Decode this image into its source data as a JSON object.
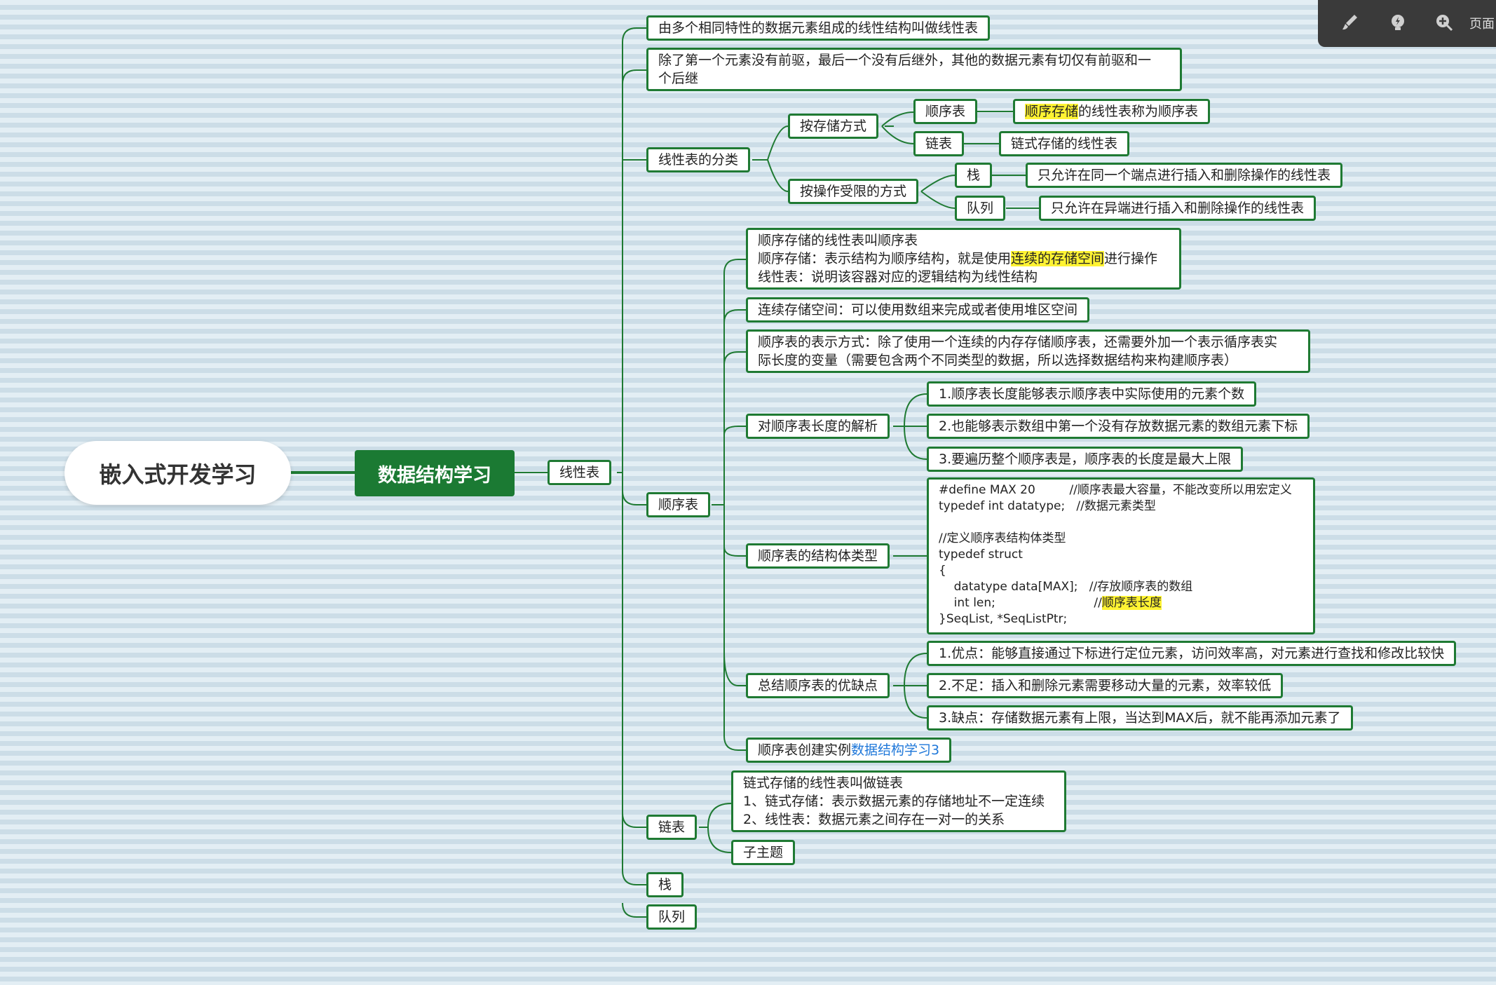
{
  "root": "嵌入式开发学习",
  "main": "数据结构学习",
  "toolbar": {
    "page_label": "页面",
    "icons": [
      "brush-icon",
      "lightbulb-icon",
      "zoom-in-icon"
    ]
  },
  "l2": "线性表",
  "l3": {
    "def1": "由多个相同特性的数据元素组成的线性结构叫做线性表",
    "def2": "除了第一个元素没有前驱，最后一个没有后继外，其他的数据元素有切仅有前驱和一\n个后继",
    "classify": "线性表的分类",
    "seq": "顺序表",
    "link": "链表",
    "stack": "栈",
    "queue": "队列"
  },
  "classify": {
    "storage": "按存储方式",
    "restricted": "按操作受限的方式",
    "seq": "顺序表",
    "seq_desc_hl": "顺序存储",
    "seq_desc_rest": "的线性表称为顺序表",
    "link": "链表",
    "link_desc": "链式存储的线性表",
    "stack": "栈",
    "stack_desc": "只允许在同一个端点进行插入和删除操作的线性表",
    "queue": "队列",
    "queue_desc": "只允许在异端进行插入和删除操作的线性表"
  },
  "seq": {
    "n1_a": "顺序存储的线性表叫顺序表\n顺序存储：表示结构为顺序结构，就是使用",
    "n1_hl": "连续的存储空间",
    "n1_b": "进行操作\n线性表：说明该容器对应的逻辑结构为线性结构",
    "n2": "连续存储空间：可以使用数组来完成或者使用堆区空间",
    "n3": "顺序表的表示方式：除了使用一个连续的内存存储顺序表，还需要外加一个表示循序表实\n际长度的变量（需要包含两个不同类型的数据，所以选择数据结构来构建顺序表）",
    "len_title": "对顺序表长度的解析",
    "len_items": [
      "1.顺序表长度能够表示顺序表中实际使用的元素个数",
      "2.也能够表示数组中第一个没有存放数据元素的数组元素下标",
      "3.要遍历整个顺序表是，顺序表的长度是最大上限"
    ],
    "struct_title": "顺序表的结构体类型",
    "code_a": "#define MAX 20         //顺序表最大容量，不能改变所以用宏定义\ntypedef int datatype;   //数据元素类型\n\n//定义顺序表结构体类型\ntypedef struct\n{\n    datatype data[MAX];   //存放顺序表的数组\n    int len;                          //",
    "code_hl": "顺序表长度",
    "code_b": "\n}SeqList, *SeqListPtr;",
    "pros_title": "总结顺序表的优缺点",
    "pros_items": [
      "1.优点：能够直接通过下标进行定位元素，访问效率高，对元素进行查找和修改比较快",
      "2.不足：插入和删除元素需要移动大量的元素，效率较低",
      "3.缺点：存储数据元素有上限，当达到MAX后，就不能再添加元素了"
    ],
    "example_text": "顺序表创建实例",
    "example_link": "数据结构学习3"
  },
  "link": {
    "desc": "链式存储的线性表叫做链表\n1、链式存储：表示数据元素的存储地址不一定连续\n2、线性表：数据元素之间存在一对一的关系",
    "sub": "子主题"
  }
}
